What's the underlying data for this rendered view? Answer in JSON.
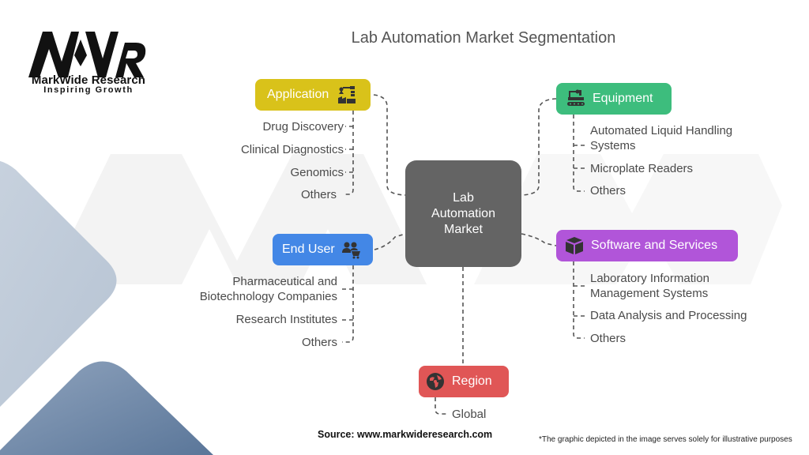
{
  "brand": {
    "logo_mark": "MWR",
    "name": "MarkWide Research",
    "tagline": "Inspiring Growth"
  },
  "title": "Lab Automation Market Segmentation",
  "center": {
    "line1": "Lab",
    "line2": "Automation",
    "line3": "Market",
    "color": "#646464"
  },
  "segments": [
    {
      "id": "application",
      "label": "Application",
      "icon": "robot-arm-factory-icon",
      "color": "#d9c21a",
      "items": [
        "Drug Discovery",
        "Clinical Diagnostics",
        "Genomics",
        "Others"
      ]
    },
    {
      "id": "equipment",
      "label": "Equipment",
      "icon": "conveyor-robot-icon",
      "color": "#3dbd7d",
      "items": [
        "Automated Liquid Handling Systems",
        "Microplate Readers",
        "Others"
      ]
    },
    {
      "id": "end_user",
      "label": "End User",
      "icon": "users-cart-icon",
      "color": "#4387e6",
      "items": [
        "Pharmaceutical and Biotechnology Companies",
        "Research Institutes",
        "Others"
      ]
    },
    {
      "id": "software",
      "label": "Software and Services",
      "icon": "box-icon",
      "color": "#b155d9",
      "items": [
        "Laboratory Information Management Systems",
        "Data Analysis and Processing",
        "Others"
      ]
    },
    {
      "id": "region",
      "label": "Region",
      "icon": "globe-icon",
      "color": "#e05656",
      "items": [
        "Global"
      ]
    }
  ],
  "item_lines": {
    "equipment_0": [
      "Automated Liquid Handling",
      "Systems"
    ],
    "end_user_0": [
      "Pharmaceutical and",
      "Biotechnology Companies"
    ],
    "software_0": [
      "Laboratory Information",
      "Management Systems"
    ]
  },
  "footer": {
    "source": "Source: www.markwideresearch.com",
    "disclaimer": "*The graphic depicted in the image serves solely for illustrative purposes"
  }
}
